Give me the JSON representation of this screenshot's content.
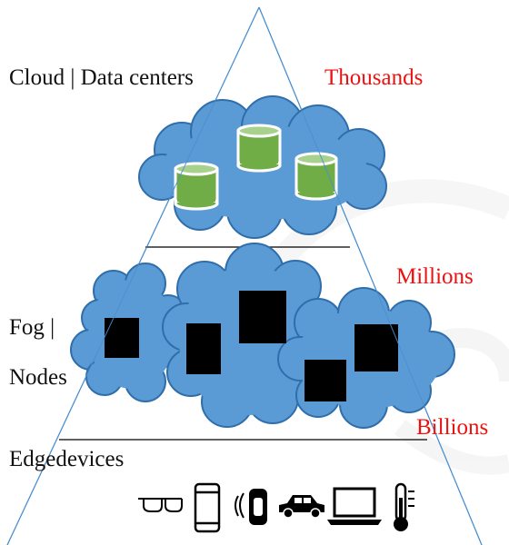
{
  "tiers": {
    "cloud": {
      "label": "Cloud | Data centers",
      "count": "Thousands"
    },
    "fog": {
      "label_line1": "Fog |",
      "label_line2": "Nodes",
      "count": "Millions"
    },
    "edge": {
      "label": "Edgedevices",
      "count": "Billions"
    }
  },
  "colors": {
    "cloud_fill": "#5b9bd5",
    "cloud_stroke": "#2f6eaa",
    "cylinder_fill": "#70ad47",
    "cylinder_top": "#a9d18e",
    "node_fill": "#000000",
    "count_text": "#ee1111",
    "watermark": "#f2f2f2"
  },
  "edge_device_icons": [
    "smart-glasses-icon",
    "smartphone-icon",
    "smartwatch-icon",
    "car-icon",
    "laptop-icon",
    "thermometer-icon"
  ]
}
